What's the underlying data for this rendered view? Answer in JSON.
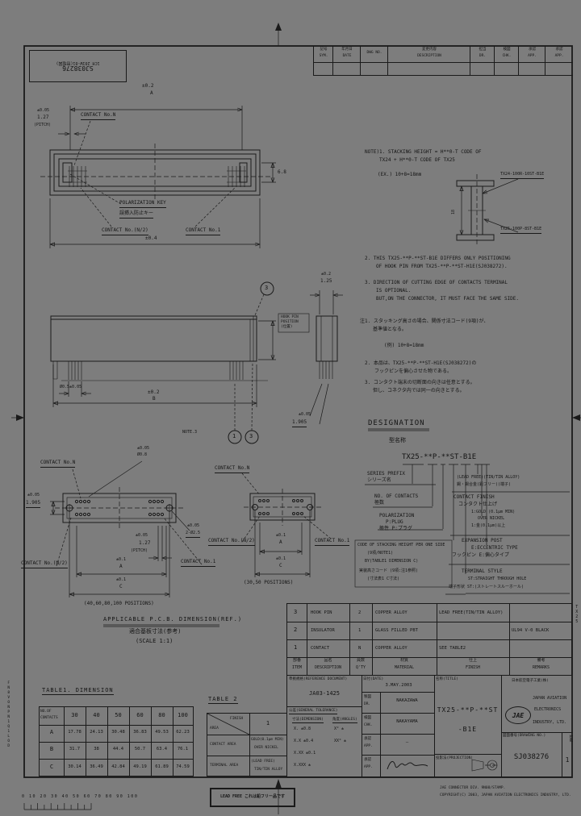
{
  "colors": {
    "paper": "#7d7d7d",
    "ink": "#1a1a1a"
  },
  "stamp": {
    "line1": "SJ038276",
    "line2": "1CH 201W-01(管理図)"
  },
  "rev": {
    "cols": [
      {
        "jp": "記号",
        "en": "SYM."
      },
      {
        "jp": "年月日",
        "en": "DATE"
      },
      {
        "jp": "",
        "en": "DWG NO."
      },
      {
        "jp": "変更内容",
        "en": "DESCRIPTION"
      },
      {
        "jp": "担当",
        "en": "DR."
      },
      {
        "jp": "検図",
        "en": "CHK."
      },
      {
        "jp": "承認",
        "en": "APP."
      },
      {
        "jp": "承認",
        "en": "APP."
      }
    ]
  },
  "top_view": {
    "dim_a_tol": "±0.2",
    "dim_a": "A",
    "pitch_tol": "±0.05",
    "pitch": "1.27",
    "pitch_note": "(PITCH)",
    "contact_n": "CONTACT No.N",
    "key_en": "POLARIZATION KEY",
    "key_jp": "誤挿入防止キー",
    "contact_half": "CONTACT No.(N/2)",
    "contact_one": "CONTACT No.1",
    "dim_right": "6.8",
    "dim_mid": "±0.4"
  },
  "front_view": {
    "balloon3": "3",
    "box1": "HOOK PIN",
    "box2": "POSITION",
    "box3": "(位置)",
    "pin_dim": "Ø0.5±0.05",
    "dim_b_tol": "±0.2",
    "dim_b": "B",
    "note3": "NOTE.3",
    "balloon_1": "1",
    "balloon_3": "3"
  },
  "end_view": {
    "top_tol": "±0.2",
    "top_dim": "1.25",
    "bot_tol": "±0.05",
    "bot_dim": "1.905"
  },
  "notes": {
    "n1a": "NOTE)1. STACKING HEIGHT = H**0-T CODE OF",
    "n1b": "TX24 + H**0-T CODE OF TX25",
    "n1c": "(EX.) 10+8=18mm",
    "n2a": "2. THIS TX25-**P-**ST-B1E DIFFERS ONLY POSITIONING",
    "n2b": "OF HOOK PIN FROM TX25-**P-**ST-H1E(SJ038272).",
    "n3a": "3. DIRECTION OF CUTTING EDGE OF CONTACTS TERMINAL",
    "n3b": "IS OPTIONAL.",
    "n3c": "BUT,ON THE CONNECTOR, IT MUST FACE THE SAME SIDE.",
    "j1a": "注1. スタッキング高さの場合、関係寸法コード(9項)が、",
    "j1b": "基準値となる。",
    "j1c": "(例) 10+8=18mm",
    "j2a": "2. 本品は、TX25-**P-**ST-H1E(SJ038272)の",
    "j2b": "フックピンを偏心させた物である。",
    "j3a": "3. コンタクト端末の切断面の向きは任意とする。",
    "j3b": "但し、コネクタ内では同一の向きとする。"
  },
  "stack": {
    "top_part": "TX24-100R-10ST-B1E",
    "bottom_part": "TX25-100P-8ST-B1E",
    "dim": "18"
  },
  "designation": {
    "title": "DESIGNATION",
    "subtitle": "型名称",
    "part_number": "TX25-**P-**ST-B1E",
    "series_en": "SERIES PREFIX",
    "series_jp": "シリーズ名",
    "contacts_en": "NO. OF CONTACTS",
    "contacts_jp": "極数",
    "pol_en": "POLARIZATION",
    "pol_en2": "P:PLUG",
    "pol_jp": "極性 P:プラグ",
    "code_en": "CODE OF STACKING HEIGHT PER ONE SIDE",
    "code_en2": "(9項/NOTE1)",
    "code_en3": "BY(TABLE1 DIMENSION C)",
    "code_jp": "実装高さコード (9項:注1参照)",
    "code_jp2": "(寸法表1 C寸法)",
    "lead_en": "(LEAD FREE)(TIN/TIN ALLOY)",
    "lead_jp": "錫・錫合金(鉛フリー)(端子)",
    "finish_en": "CONTACT FINISH",
    "finish_jp": "コンタクト仕上げ",
    "finish_d1": "1:GOLD (0.1μm MIN)",
    "finish_d2": "OVER NICKEL",
    "finish_d3": "1:金(0.1μm)以上",
    "post_en": "EXPANSION POST",
    "post_en2": "E:ECCENTRIC TYPE",
    "post_jp": "フックピン E:偏心タイプ",
    "term_en": "TERMINAL STYLE",
    "term_en2": "ST:STRAIGHT THROUGH HOLE",
    "term_jp": "端子形状 ST:(ストレートスルーホール)"
  },
  "pcb": {
    "v1_contact_n": "CONTACT No.N",
    "v1_left_tol": "±0.05",
    "v1_left": "1.905",
    "v1_top_tol": "±0.05",
    "v1_top": "Ø0.8",
    "v1_right_tol": "±0.05",
    "v1_right": "2-Ø2.5",
    "v1_pitch_tol": "±0.05",
    "v1_pitch": "1.27",
    "v1_pitch_note": "(PITCH)",
    "v1_a_tol": "±0.1",
    "v1_a": "A",
    "v1_c_tol": "±0.1",
    "v1_c": "C",
    "v1_half": "CONTACT No.(N/2)",
    "v1_one": "CONTACT No.1",
    "v1_caption": "(40,60,80,100 POSITIONS)",
    "v2_contact_n": "CONTACT No.N",
    "v2_half": "CONTACT No.(N/2)",
    "v2_one": "CONTACT No.1",
    "v2_a_tol": "±0.1",
    "v2_a": "A",
    "v2_c_tol": "±0.1",
    "v2_c": "C",
    "v2_caption": "(30,50 POSITIONS)",
    "title_en": "APPLICABLE P.C.B. DIMENSION(REF.)",
    "title_jp": "適合基板寸法(参考)",
    "title_scale": "(SCALE 1:1)"
  },
  "parts": {
    "headers": {
      "item_jp": "部番",
      "item_en": "ITEM",
      "desc_jp": "品名",
      "desc_en": "DESCRIPTION",
      "qty_jp": "員数",
      "qty_en": "Q'TY",
      "mat_jp": "材質",
      "mat_en": "MATERIAL",
      "fin_jp": "仕上",
      "fin_en": "FINISH",
      "rem_jp": "備考",
      "rem_en": "REMARKS"
    },
    "rows": [
      {
        "item": "3",
        "desc": "HOOK PIN",
        "qty": "2",
        "mat": "COPPER ALLOY",
        "fin": "LEAD FREE(TIN/TIN ALLOY)",
        "rem": ""
      },
      {
        "item": "2",
        "desc": "INSULATOR",
        "qty": "1",
        "mat": "GLASS FILLED PBT",
        "fin": "",
        "rem": "UL94 V-0 BLACK"
      },
      {
        "item": "1",
        "desc": "CONTACT",
        "qty": "N",
        "mat": "COPPER ALLOY",
        "fin": "SEE TABLE2",
        "rem": ""
      }
    ]
  },
  "table1": {
    "title": "TABLE1. DIMENSION",
    "corner_top": "NO.OF",
    "corner_bot": "CONTACTS",
    "cols": [
      "30",
      "40",
      "50",
      "60",
      "80",
      "100"
    ],
    "rows": [
      {
        "h": "A",
        "v": [
          "17.78",
          "24.13",
          "30.48",
          "36.83",
          "49.53",
          "62.23"
        ]
      },
      {
        "h": "B",
        "v": [
          "31.7",
          "38",
          "44.4",
          "50.7",
          "63.4",
          "76.1"
        ]
      },
      {
        "h": "C",
        "v": [
          "30.14",
          "36.49",
          "42.84",
          "49.19",
          "61.89",
          "74.59"
        ]
      }
    ]
  },
  "table2": {
    "title": "TABLE 2",
    "corner_top": "FINISH",
    "corner_bot": "AREA",
    "col": "1",
    "rows": [
      {
        "h": "CONTACT AREA",
        "v1": "GOLD(0.1μm MIN)",
        "v2": "OVER NICKEL"
      },
      {
        "h": "TERMINAL AREA",
        "v1": "(LEAD FREE)",
        "v2": "TIN/TIN ALLOY"
      }
    ]
  },
  "tb": {
    "ref_label": "準拠規格(REFERENCE DOCUMENT)",
    "ref": "JA03-1425",
    "tol_label": "公差(GENERAL TOLERANCE)",
    "dim_label": "寸法(DIMENSION)",
    "ang_label": "角度(ANGLES)",
    "tol_rows": [
      "X. ±0.8",
      "X.X ±0.4",
      "X.XX ±0.1",
      "X.XXX ±"
    ],
    "ang_rows": [
      "X° ±",
      "XX° ±"
    ],
    "date_label": "日付(DATE)",
    "date": "3.MAY.2003",
    "sign_rows": [
      {
        "jp": "製図",
        "en": "DR.",
        "name": "NAKAZAWA"
      },
      {
        "jp": "検図",
        "en": "CHK.",
        "name": "NAKAYAMA"
      },
      {
        "jp": "承認",
        "en": "APP.",
        "name": "—"
      },
      {
        "jp": "承認",
        "en": "APP.",
        "name": ""
      }
    ],
    "title_label": "名称(TITLE)",
    "title1": "TX25-**P-**ST",
    "title2": "-B1E",
    "proj_label": "投影法(PROJECTION)",
    "company_jp": "日本航空電子工業(株)",
    "company1": "JAPAN AVIATION",
    "company2": "ELECTRONICS",
    "company3": "INDUSTRY, LTD.",
    "logo": "JAE",
    "dwg_label": "図面番号(DRAWING NO.)",
    "dwg_no": "SJ038276",
    "sheet_label": "枚数",
    "sheet": "1"
  },
  "footer": {
    "ruler": "0 10 20 30 40 50 60 70 80 90 100",
    "lead_free": "LEAD FREE これは鉛フリー品です",
    "fine1": "JAE CONNECTOR DIV. 9N08/STAMP.",
    "fine2": "COPYRIGHT(C) 2003, JAPAN AVIATION ELECTRONICS INDUSTRY, LTD.",
    "margin_code": "FN8VONPN1Q1LOD",
    "side_tab": "TX25"
  }
}
